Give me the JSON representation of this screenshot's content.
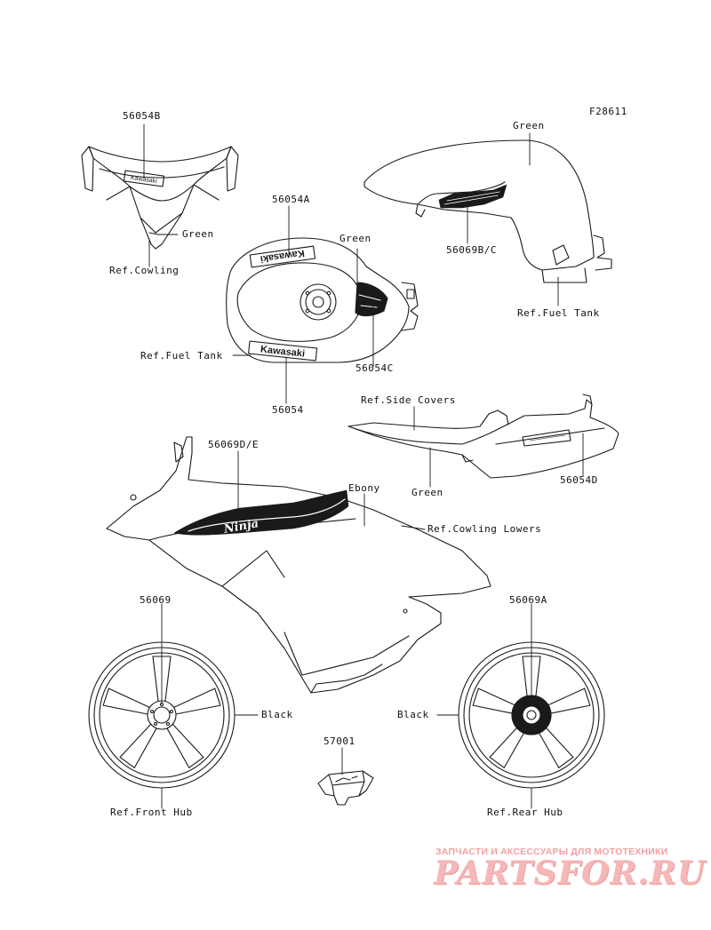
{
  "figure_code": "F28611",
  "labels": {
    "p56054b": "56054B",
    "green_cowl": "Green",
    "ref_cowling": "Ref.Cowling",
    "p56054a": "56054A",
    "green_tank": "Green",
    "ref_fuel_tank_left": "Ref.Fuel Tank",
    "p56054c": "56054C",
    "p56054": "56054",
    "green_side": "Green",
    "p56069bc": "56069B/C",
    "ref_fuel_tank_right": "Ref.Fuel Tank",
    "ref_side_covers": "Ref.Side Covers",
    "green_tail": "Green",
    "p56054d": "56054D",
    "p56069de": "56069D/E",
    "ebony": "Ebony",
    "ref_cowling_lowers": "Ref.Cowling Lowers",
    "p56069": "56069",
    "black_front": "Black",
    "ref_front_hub": "Ref.Front Hub",
    "p57001": "57001",
    "p56069a": "56069A",
    "black_rear": "Black",
    "ref_rear_hub": "Ref.Rear Hub"
  },
  "decal_text": {
    "kawasaki": "Kawasaki",
    "ninja": "Ninja"
  },
  "watermark": {
    "tagline": "ЗАПЧАСТИ И АКСЕССУАРЫ ДЛЯ МОТОТЕХНИКИ",
    "logo": "PARTSFOR.RU"
  },
  "colors": {
    "line": "#1a1a1a",
    "watermark": "#f2a0a0"
  }
}
